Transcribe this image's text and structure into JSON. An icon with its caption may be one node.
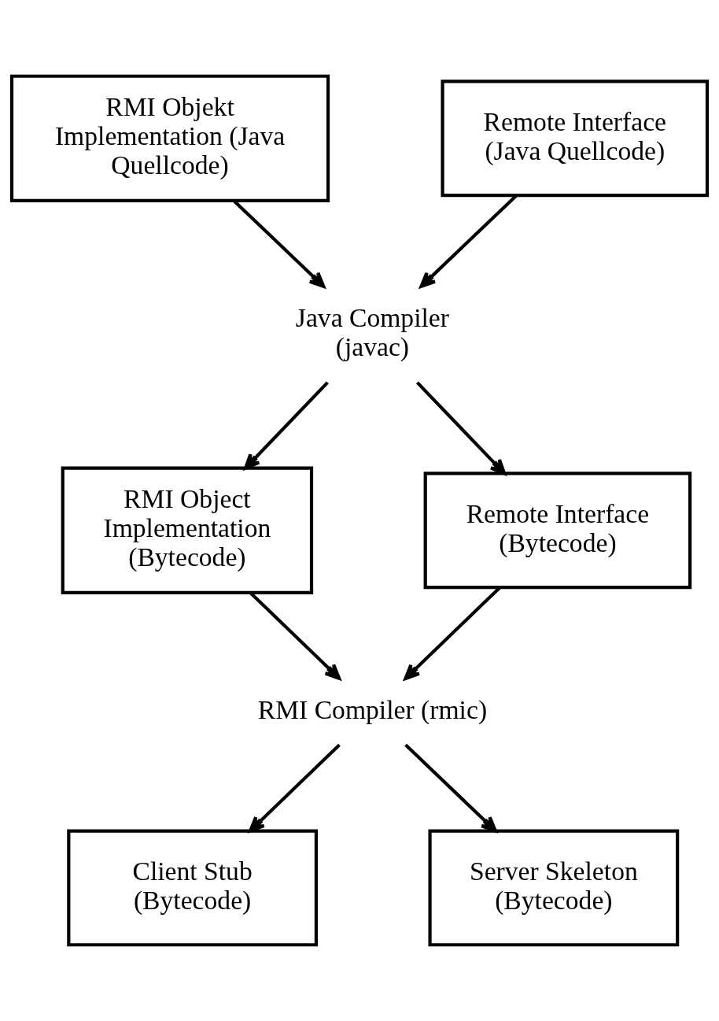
{
  "diagram": {
    "nodes": [
      {
        "text": [
          "RMI Objekt Implementation (Java Quellcode)"
        ]
      },
      {
        "text": [
          "Remote Interface (Java Quellcode)"
        ]
      },
      {
        "text": [
          "Java Compiler (javac)"
        ]
      },
      {
        "text": [
          "RMI Object Implementation (Bytecode)"
        ]
      },
      {
        "text": [
          "Remote Interface (Bytecode)"
        ]
      },
      {
        "text": [
          "RMI Compiler (rmic)"
        ]
      },
      {
        "text": [
          "Client Stub (Bytecode)"
        ]
      },
      {
        "text": [
          "Server Skeleton (Bytecode)"
        ]
      }
    ],
    "edges": [
      {
        "from": 0,
        "to": 2,
        "arrow": "to"
      },
      {
        "from": 1,
        "to": 2,
        "arrow": "to"
      },
      {
        "from": 2,
        "to": 3,
        "arrow": "to"
      },
      {
        "from": 2,
        "to": 4,
        "arrow": "to"
      },
      {
        "from": 3,
        "to": 5,
        "arrow": "to"
      },
      {
        "from": 4,
        "to": 5,
        "arrow": "to"
      },
      {
        "from": 5,
        "to": 6,
        "arrow": "to"
      },
      {
        "from": 5,
        "to": 7,
        "arrow": "to"
      }
    ]
  }
}
